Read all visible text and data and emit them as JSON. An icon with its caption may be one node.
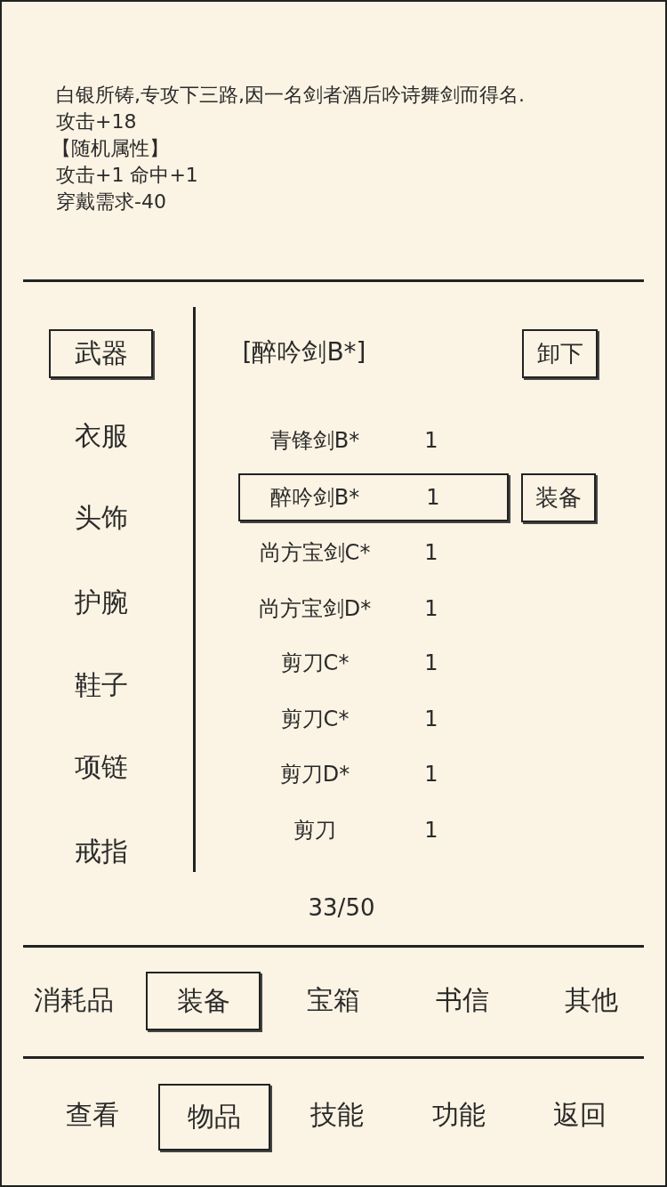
{
  "diagram": {
    "nodes": [
      {
        "text": [
          "武器"
        ]
      },
      {
        "text": [
          "卸下"
        ]
      },
      {
        "text": [
          "醉吟剑B*",
          "1"
        ]
      },
      {
        "text": [
          "装备"
        ]
      },
      {
        "text": [
          "装备"
        ]
      },
      {
        "text": [
          "物品"
        ]
      }
    ],
    "labels": [
      "白银所铸,专攻下三路,因一名剑者酒后吟诗舞剑而得名.",
      "攻击+18",
      "【随机属性】",
      "攻击+1 命中+1",
      "穿戴需求-40",
      "衣服",
      "头饰",
      "护腕",
      "鞋子",
      "项链",
      "戒指",
      "[醉吟剑B*]",
      "青锋剑B*",
      "1",
      "尚方宝剑C*",
      "1",
      "尚方宝剑D*",
      "1",
      "剪刀C*",
      "1",
      "剪刀C*",
      "1",
      "剪刀D*",
      "1",
      "剪刀",
      "1",
      "33/50",
      "消耗品",
      "宝箱",
      "书信",
      "其他",
      "查看",
      "技能",
      "功能",
      "返回"
    ]
  }
}
